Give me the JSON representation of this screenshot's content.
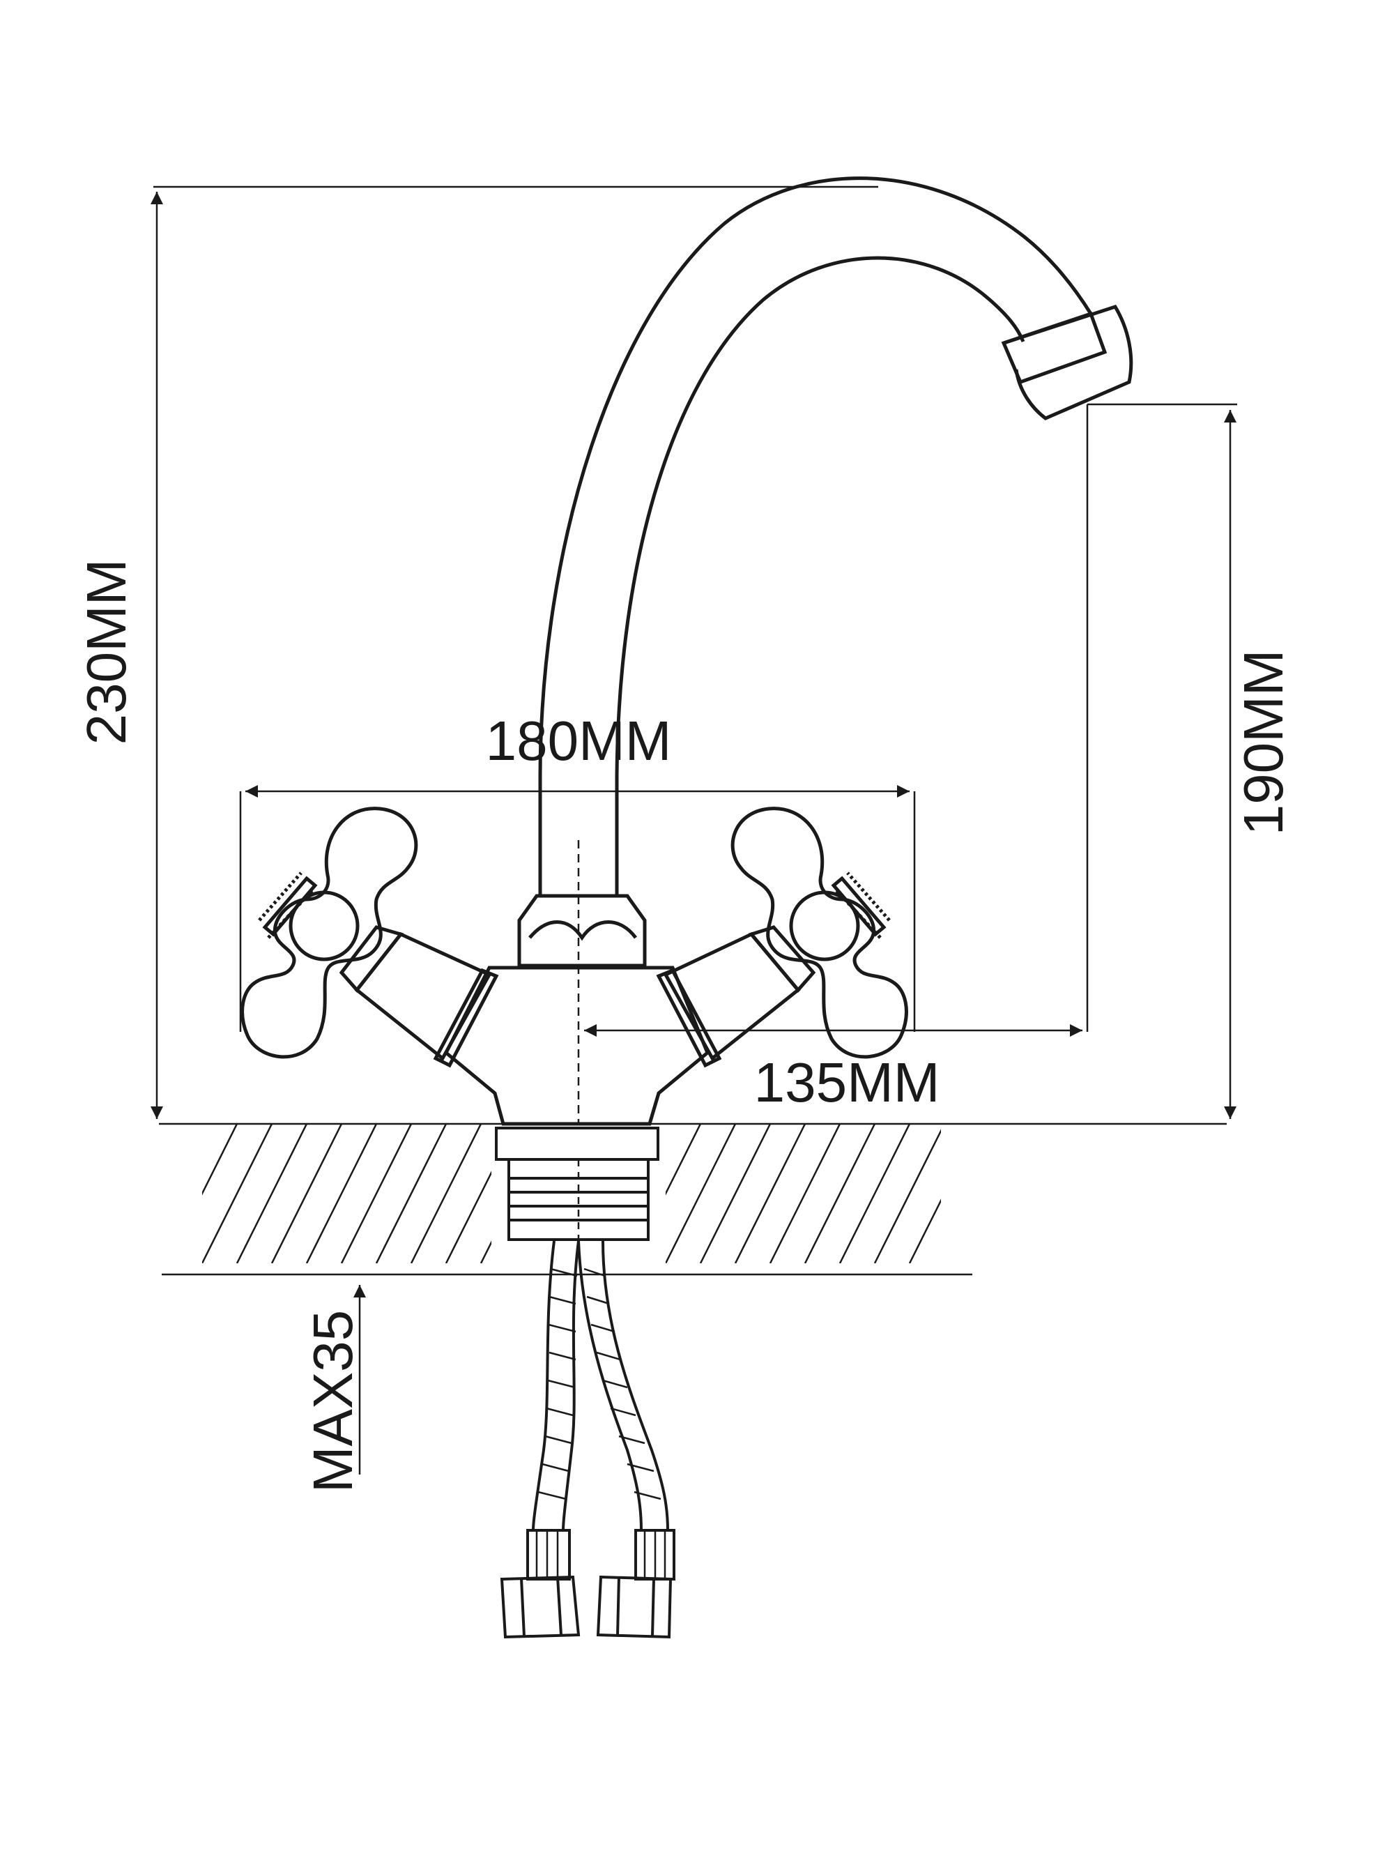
{
  "dimensions": {
    "height_total": "230MM",
    "width_handles": "180MM",
    "spout_reach": "135MM",
    "spout_height": "190MM",
    "max_thickness": "MAX35"
  }
}
